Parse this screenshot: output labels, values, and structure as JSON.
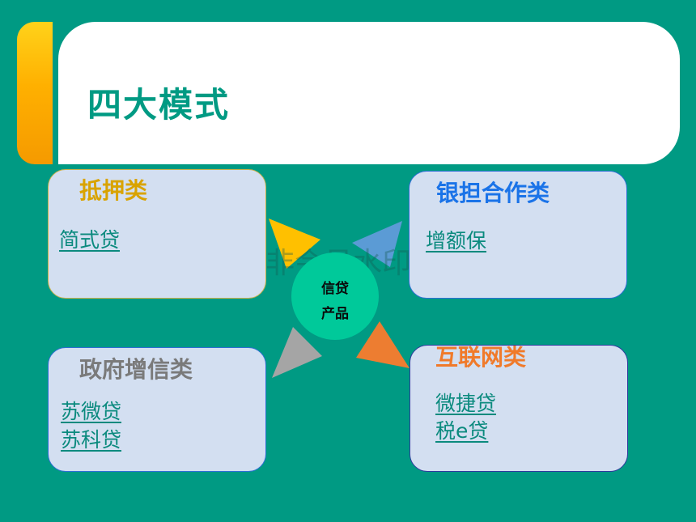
{
  "title": "四大模式",
  "center": {
    "line1": "信贷",
    "line2": "产品"
  },
  "watermark": "非会员水印",
  "categories": [
    {
      "title": "抵押类",
      "color": "#d9a300",
      "items": [
        "简式贷"
      ]
    },
    {
      "title": "银担合作类",
      "color": "#1a73e8",
      "items": [
        "增额保"
      ]
    },
    {
      "title": "政府增信类",
      "color": "#7a7a7a",
      "items": [
        "苏微贷",
        "苏科贷"
      ]
    },
    {
      "title": "互联网类",
      "color": "#f07a2a",
      "items": [
        "微捷贷",
        "税e贷"
      ]
    }
  ],
  "arrow_colors": {
    "top_left": "#ffc000",
    "top_right": "#5b9bd5",
    "bottom_left": "#a5a5a5",
    "bottom_right": "#ed7d31"
  }
}
